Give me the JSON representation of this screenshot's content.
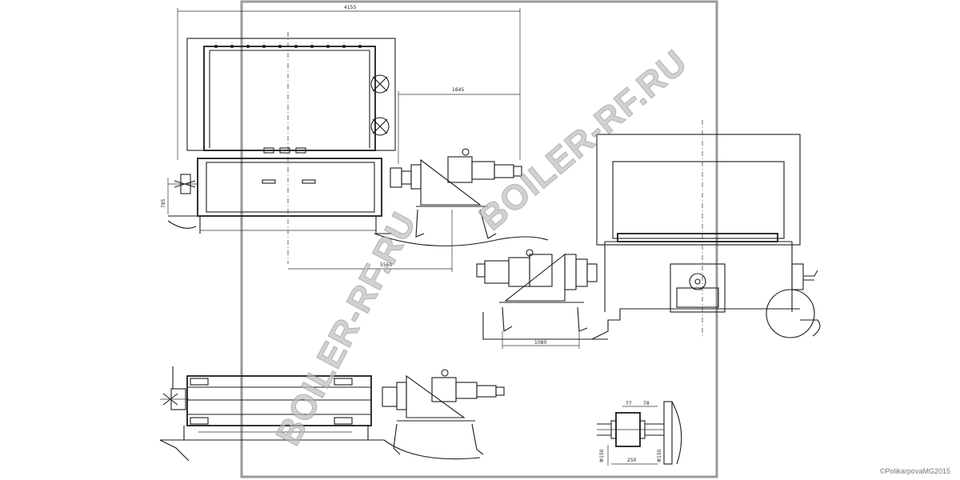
{
  "watermark": {
    "text": "BOILER-RF.RU",
    "color": "#bdbdbd"
  },
  "copyright": "©PolikarpovaMG2015",
  "dimensions": {
    "top_overall": "4155",
    "top_inner": "1645",
    "top_bottom": "5560",
    "left_height": "785",
    "right_view_width": "1080",
    "detail_left": "77",
    "detail_right": "78",
    "detail_width": "250",
    "detail_height_left": "Ф150",
    "detail_height_right": "Ф150"
  },
  "colors": {
    "line": "#1b1b1b",
    "frame": "#9a9a9a",
    "background": "#ffffff"
  }
}
